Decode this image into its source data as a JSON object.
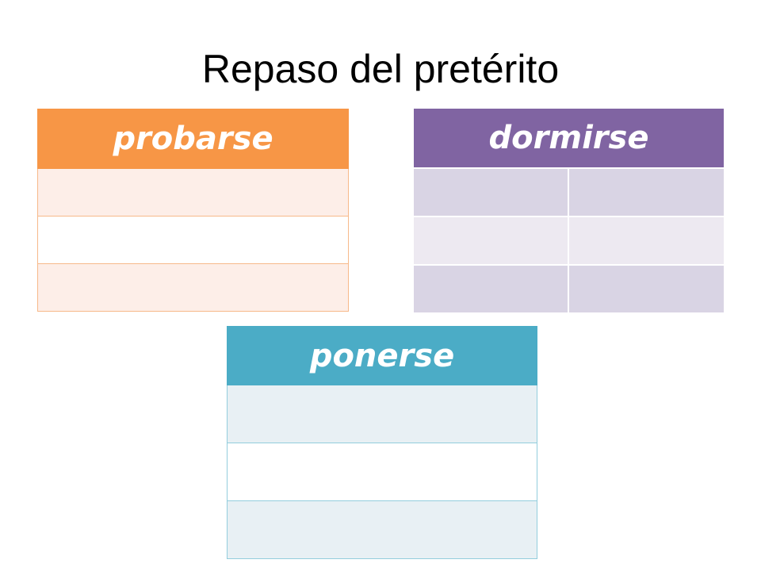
{
  "slide": {
    "title": "Repaso del pretérito"
  },
  "tables": {
    "probarse": {
      "header": "probarse",
      "header_color": "#f79646",
      "rows": [
        [
          "",
          ""
        ],
        [
          "",
          ""
        ],
        [
          "",
          ""
        ]
      ]
    },
    "dormirse": {
      "header": "dormirse",
      "header_color": "#8064a2",
      "rows": [
        [
          "",
          ""
        ],
        [
          "",
          ""
        ],
        [
          "",
          ""
        ]
      ]
    },
    "ponerse": {
      "header": "ponerse",
      "header_color": "#4bacc6",
      "rows": [
        [
          "",
          ""
        ],
        [
          "",
          ""
        ],
        [
          "",
          ""
        ]
      ]
    }
  }
}
